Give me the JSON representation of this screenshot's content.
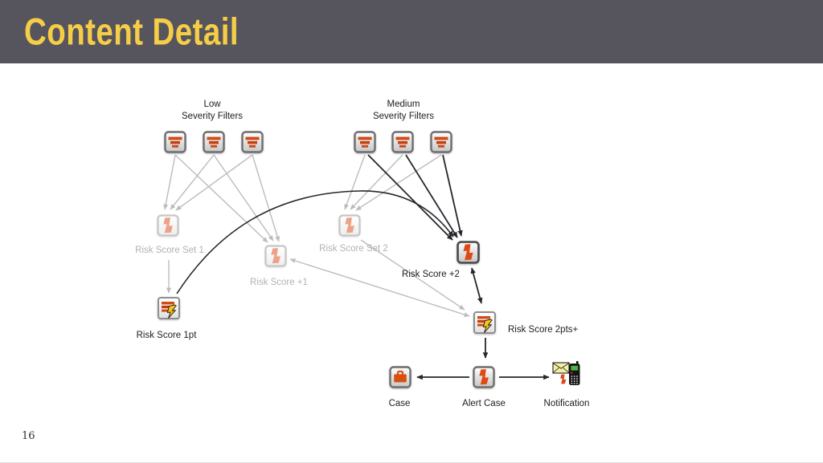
{
  "header": {
    "title": "Content Detail"
  },
  "page_number": "16",
  "colors": {
    "header_bg": "#56555e",
    "title_text": "#f6cd46",
    "icon_orange": "#e04a12",
    "icon_orange_faded": "#eda287",
    "bolt_yellow": "#f9c513",
    "active_arrow": "#26262c",
    "inactive_arrow": "#bcbcbc",
    "faded_label": "#b2b2b2"
  },
  "diagram": {
    "filter_groups": [
      {
        "name": "low",
        "title_line1": "Low",
        "title_line2": "Severity Filters",
        "filter_count": 3
      },
      {
        "name": "medium",
        "title_line1": "Medium",
        "title_line2": "Severity Filters",
        "filter_count": 3
      }
    ],
    "nodes": {
      "risk_score_set_1": {
        "label": "Risk Score Set 1",
        "state": "inactive"
      },
      "risk_score_plus_1": {
        "label": "Risk Score +1",
        "state": "inactive"
      },
      "risk_score_set_2": {
        "label": "Risk Score Set 2",
        "state": "inactive"
      },
      "risk_score_plus_2": {
        "label": "Risk Score +2",
        "state": "active"
      },
      "risk_score_1pt": {
        "label": "Risk Score 1pt",
        "state": "active"
      },
      "risk_score_2pts": {
        "label": "Risk Score 2pts+",
        "state": "active"
      },
      "case": {
        "label": "Case",
        "state": "active"
      },
      "alert_case": {
        "label": "Alert Case",
        "state": "active"
      },
      "notification": {
        "label": "Notification",
        "state": "active"
      }
    },
    "edges": [
      {
        "from": "low-filter-1",
        "to": "risk-score-set-1",
        "style": "inactive"
      },
      {
        "from": "low-filter-2",
        "to": "risk-score-set-1",
        "style": "inactive"
      },
      {
        "from": "low-filter-3",
        "to": "risk-score-set-1",
        "style": "inactive"
      },
      {
        "from": "low-filter-1",
        "to": "risk-score-plus-1",
        "style": "inactive"
      },
      {
        "from": "low-filter-2",
        "to": "risk-score-plus-1",
        "style": "inactive"
      },
      {
        "from": "low-filter-3",
        "to": "risk-score-plus-1",
        "style": "inactive"
      },
      {
        "from": "medium-filter-1",
        "to": "risk-score-set-2",
        "style": "inactive"
      },
      {
        "from": "medium-filter-2",
        "to": "risk-score-set-2",
        "style": "inactive"
      },
      {
        "from": "medium-filter-3",
        "to": "risk-score-set-2",
        "style": "inactive"
      },
      {
        "from": "medium-filter-1",
        "to": "risk-score-plus-2",
        "style": "active"
      },
      {
        "from": "medium-filter-2",
        "to": "risk-score-plus-2",
        "style": "active"
      },
      {
        "from": "medium-filter-3",
        "to": "risk-score-plus-2",
        "style": "active"
      },
      {
        "from": "risk-score-set-1",
        "to": "risk-score-1pt",
        "style": "inactive"
      },
      {
        "from": "risk-score-1pt",
        "to": "risk-score-plus-2",
        "style": "active",
        "curved": true
      },
      {
        "from": "risk-score-set-2",
        "to": "risk-score-2pts",
        "style": "inactive"
      },
      {
        "from": "risk-score-plus-1",
        "to": "risk-score-2pts",
        "style": "inactive",
        "bidirectional": true
      },
      {
        "from": "risk-score-plus-2",
        "to": "risk-score-2pts",
        "style": "active",
        "bidirectional": true
      },
      {
        "from": "risk-score-2pts",
        "to": "alert-case",
        "style": "active"
      },
      {
        "from": "alert-case",
        "to": "case",
        "style": "active"
      },
      {
        "from": "alert-case",
        "to": "notification",
        "style": "active"
      }
    ]
  }
}
